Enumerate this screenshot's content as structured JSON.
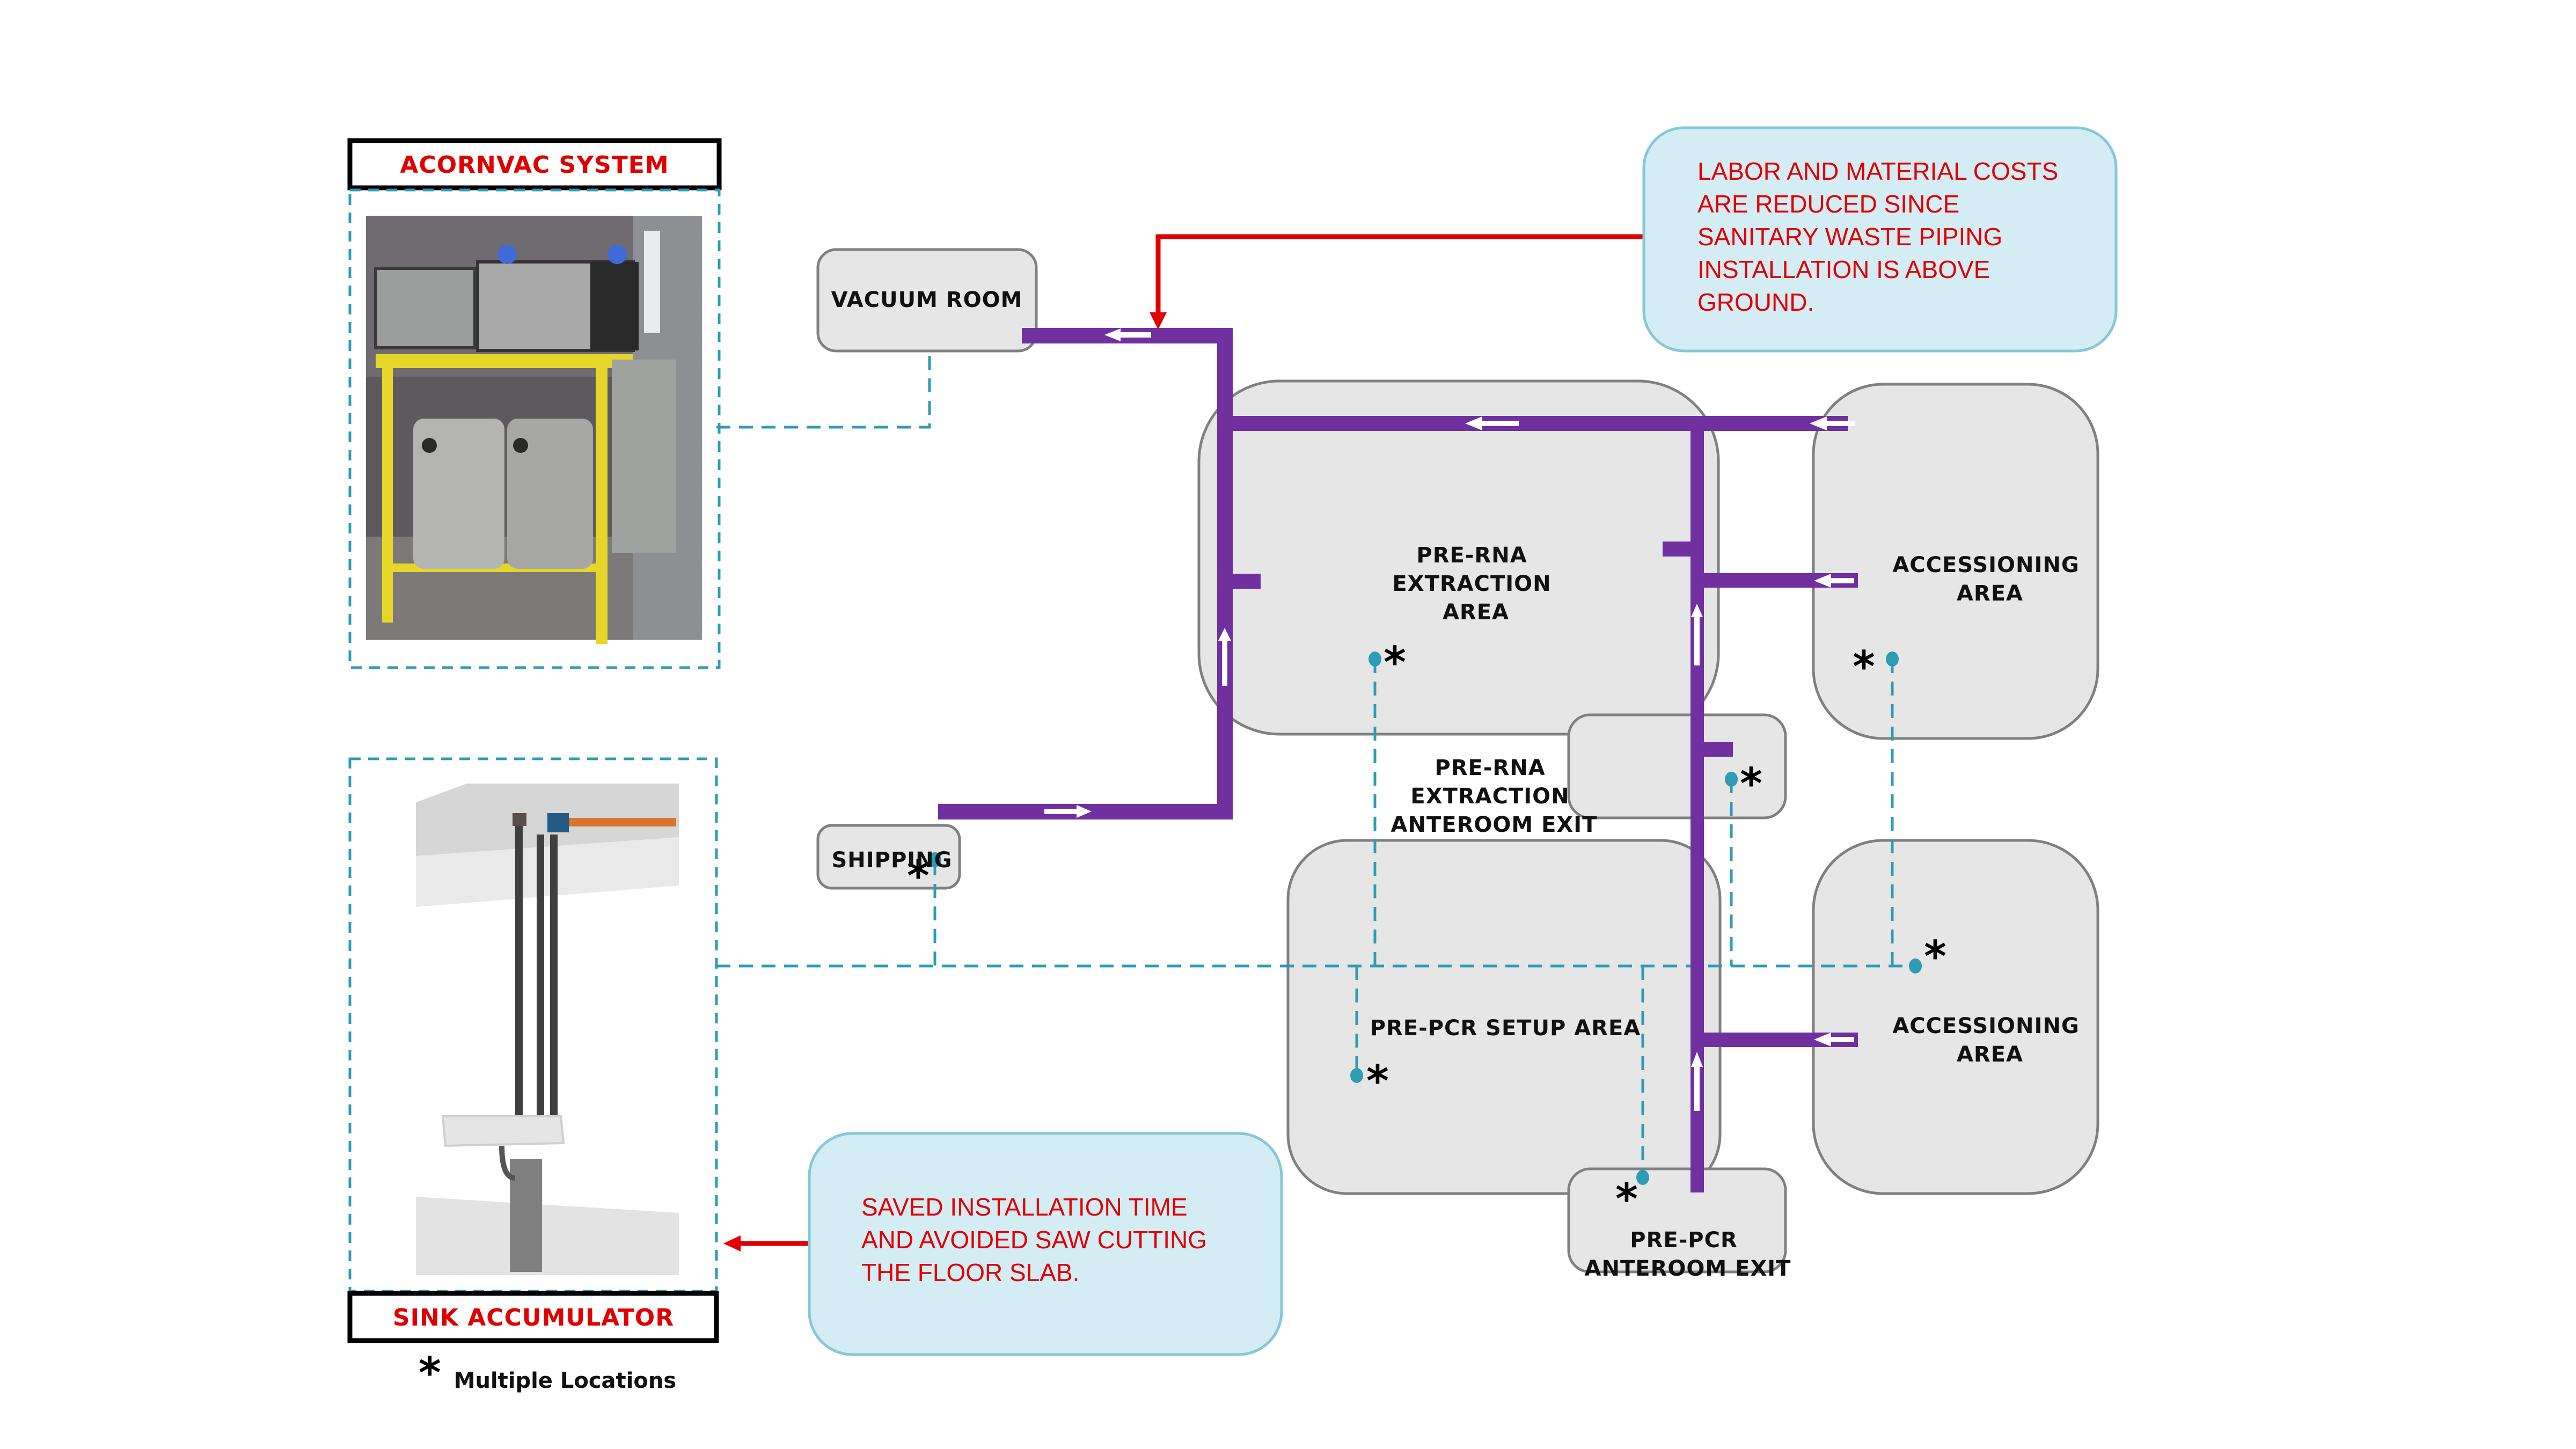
{
  "colors": {
    "pipe": "#7030A0",
    "leader": "#2E9CB5",
    "room_fill": "#E6E6E6",
    "room_stroke": "#808080",
    "callout_fill": "#D4ECF4",
    "callout_text": "#E00000",
    "title_text": "#E00000"
  },
  "equipment": {
    "acornvac": {
      "title": "ACORNVAC SYSTEM",
      "image": "acornvac-system-photo"
    },
    "sink": {
      "title": "SINK ACCUMULATOR",
      "image": "sink-accumulator-render"
    }
  },
  "rooms": {
    "vacuum_room": {
      "label": [
        "VACUUM ROOM"
      ]
    },
    "shipping": {
      "label": [
        "SHIPPING"
      ],
      "marker": "*"
    },
    "pre_rna": {
      "label": [
        "PRE-RNA",
        "EXTRACTION",
        "AREA"
      ],
      "marker": "*"
    },
    "accessioning_1": {
      "label": [
        "ACCESSIONING",
        "AREA"
      ],
      "marker": "*"
    },
    "pre_rna_anteroom": {
      "label": [
        "PRE-RNA",
        "EXTRACTION",
        "ANTEROOM EXIT"
      ],
      "marker": "*"
    },
    "pre_pcr_setup": {
      "label": [
        "PRE-PCR SETUP AREA"
      ],
      "marker": "*"
    },
    "accessioning_2": {
      "label": [
        "ACCESSIONING",
        "AREA"
      ],
      "marker": "*"
    },
    "pre_pcr_anteroom": {
      "label": [
        "PRE-PCR",
        "ANTEROOM EXIT"
      ],
      "marker": "*"
    }
  },
  "callouts": {
    "labor": {
      "lines": [
        "LABOR AND MATERIAL COSTS",
        "ARE REDUCED SINCE",
        "SANITARY WASTE PIPING",
        "INSTALLATION IS ABOVE",
        "GROUND."
      ]
    },
    "saved": {
      "lines": [
        "SAVED INSTALLATION TIME",
        "AND AVOIDED SAW CUTTING",
        "THE FLOOR SLAB."
      ]
    }
  },
  "legend": {
    "symbol": "*",
    "text": "Multiple Locations"
  },
  "flow_direction": {
    "top_main": "left",
    "top_run": "left",
    "accessioning_1_branch": "left",
    "accessioning_2_branch": "left",
    "shipping_run": "right",
    "left_riser": "up",
    "right_riser": "up"
  }
}
